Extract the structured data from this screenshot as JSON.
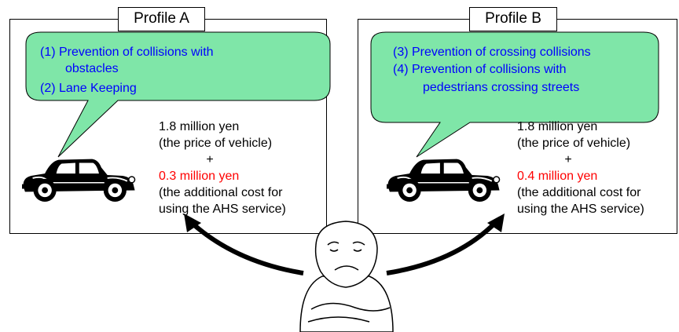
{
  "profiles": [
    {
      "title": "Profile A",
      "features": [
        {
          "line1": "(1) Prevention of collisions with",
          "line2": "obstacles"
        },
        {
          "line1": "(2) Lane Keeping"
        }
      ],
      "price_line1": "1.8 million yen",
      "price_line2": "(the price of vehicle)",
      "plus": "+",
      "extra_cost": "0.3 million yen",
      "cost_line1": "(the additional cost for",
      "cost_line2": "using the AHS service)"
    },
    {
      "title": "Profile B",
      "features": [
        {
          "line1": "(3) Prevention of crossing collisions"
        },
        {
          "line1": "(4) Prevention of collisions with",
          "line2": "pedestrians crossing streets"
        }
      ],
      "price_line1": "1.8 million yen",
      "price_line2": "(the price of vehicle)",
      "plus": "+",
      "extra_cost": "0.4 million yen",
      "cost_line1": "(the additional cost for",
      "cost_line2": "using the AHS service)"
    }
  ],
  "colors": {
    "bubble_fill": "#7fe6a8",
    "feature_text": "#0000ff",
    "extra_cost": "#ff0000"
  }
}
